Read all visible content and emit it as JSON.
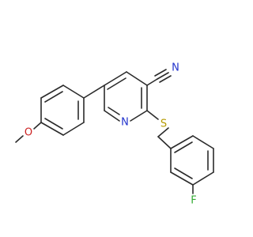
{
  "molecule": {
    "atoms": {
      "n_ring": "N",
      "n_nitrile": "N",
      "s_thioether": "S",
      "o_methoxy": "O",
      "f_fluoro": "F"
    },
    "colors": {
      "bond": "#2b2b2b",
      "nitrogen": "#2233cc",
      "sulfur": "#b59a00",
      "oxygen": "#cc2222",
      "fluorine": "#33aa33"
    }
  }
}
